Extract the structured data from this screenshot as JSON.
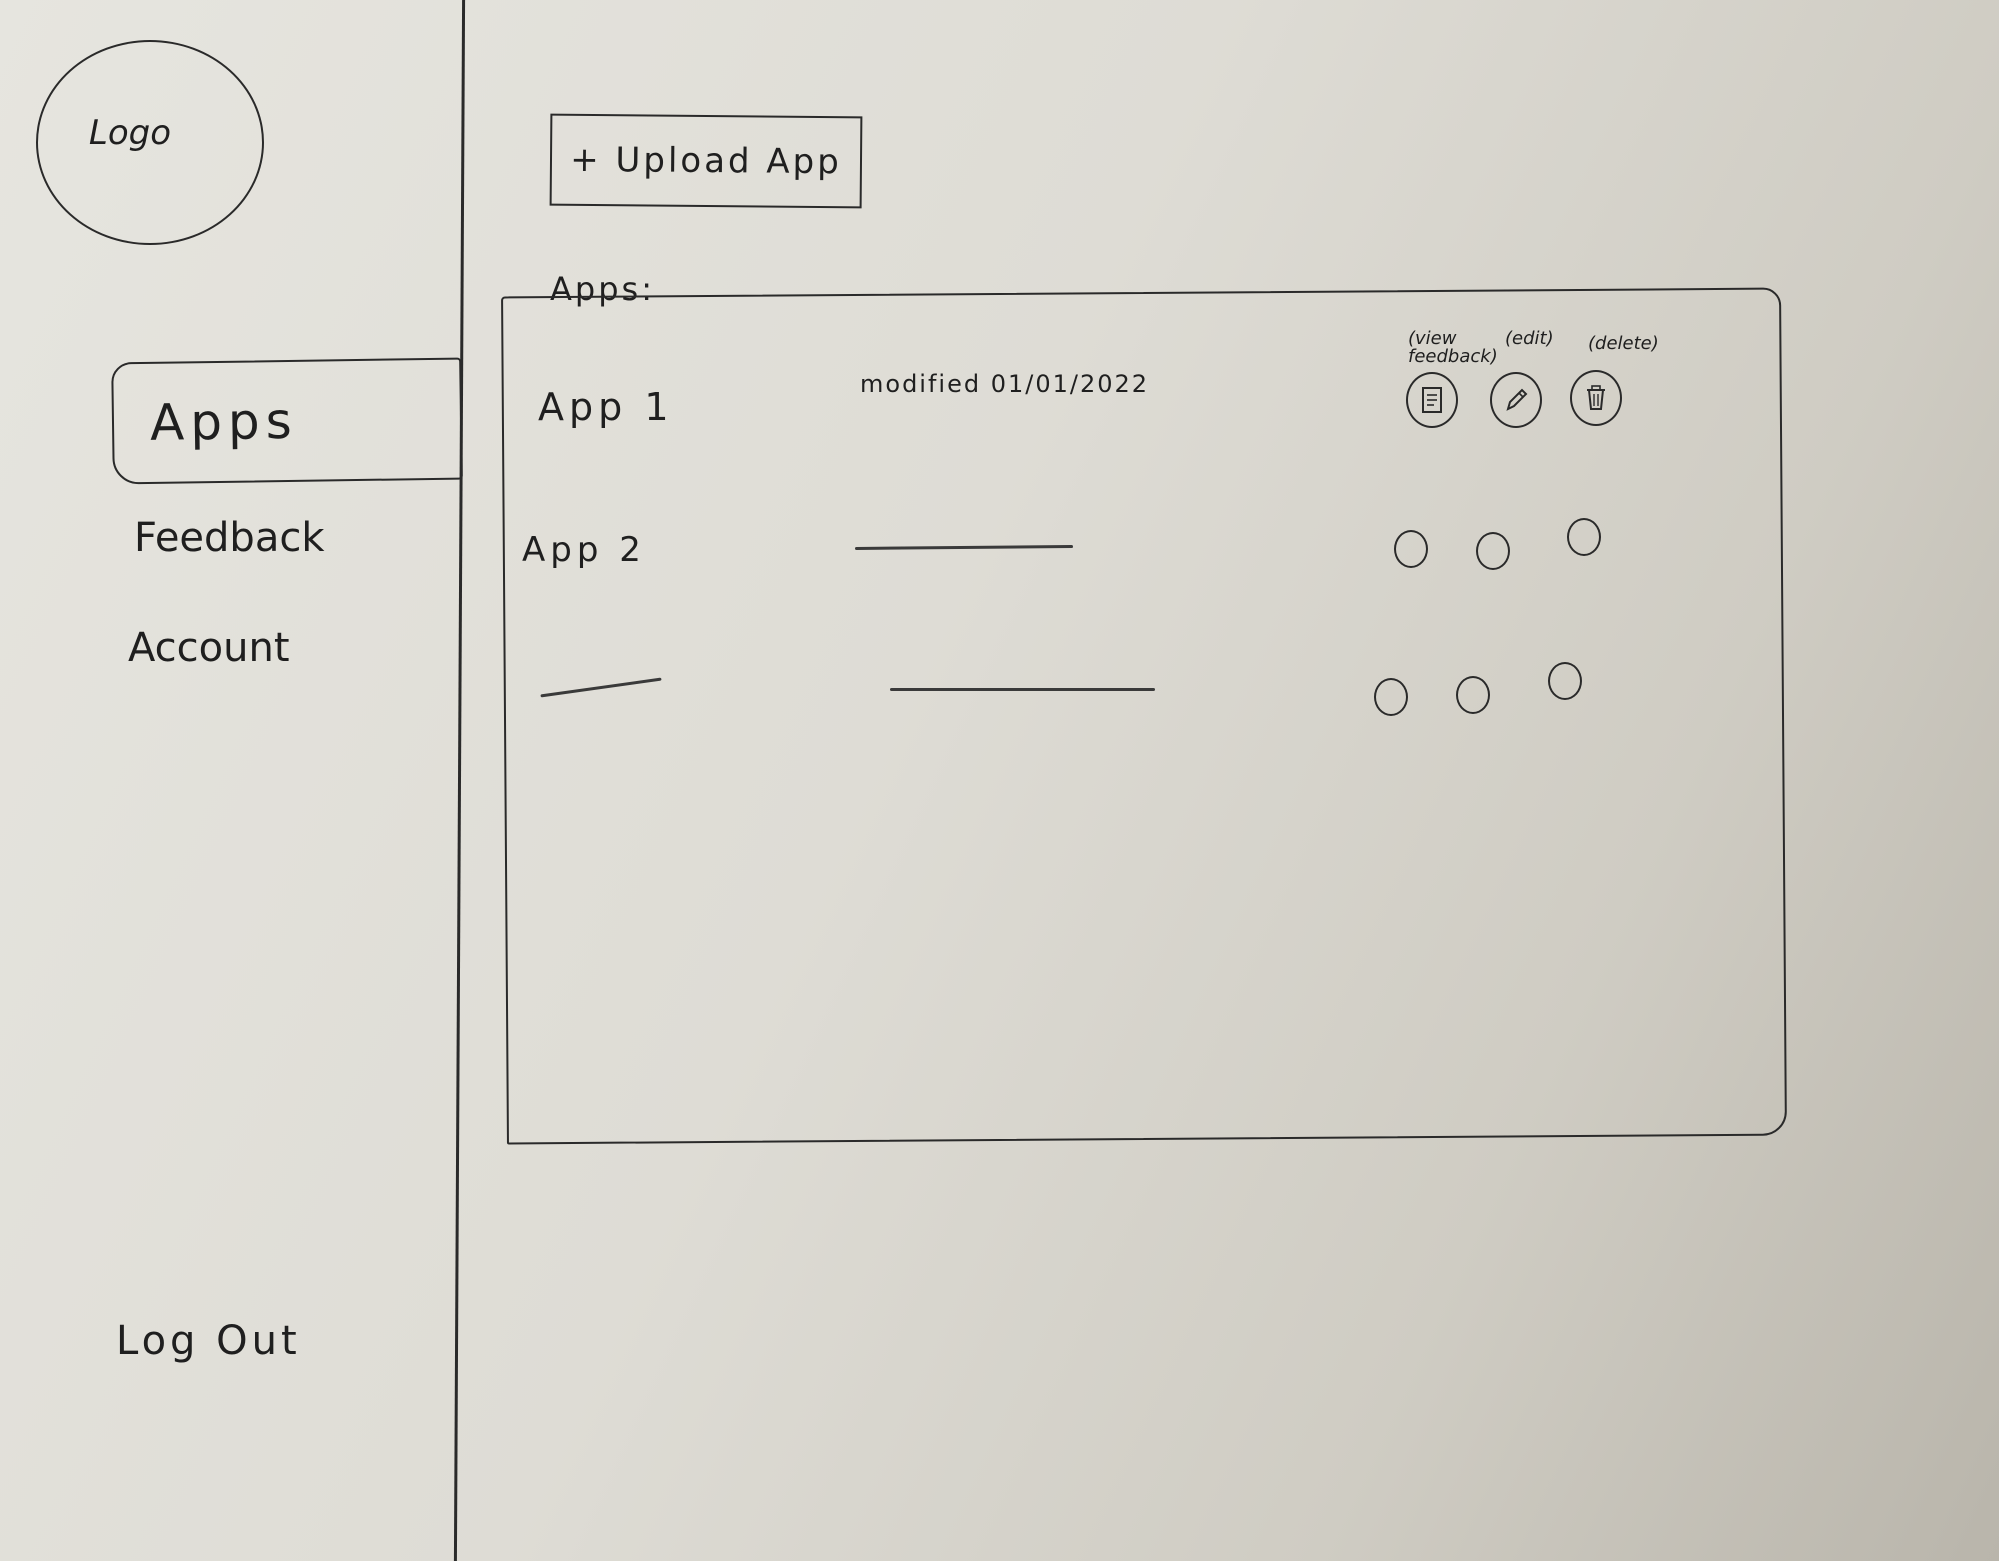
{
  "sidebar": {
    "logo_text": "Logo",
    "nav_items": [
      {
        "label": "Apps",
        "active": true
      },
      {
        "label": "Feedback",
        "active": false
      },
      {
        "label": "Account",
        "active": false
      }
    ],
    "logout_label": "Log Out"
  },
  "main": {
    "upload_button_label": "+ Upload App",
    "section_title": "Apps:",
    "table": {
      "action_headers": {
        "view_feedback": "(view feedback)",
        "edit": "(edit)",
        "delete": "(delete)"
      },
      "rows": [
        {
          "name": "App 1",
          "modified": "modified 01/01/2022",
          "action_icons": [
            "document-icon",
            "pencil-icon",
            "trash-icon"
          ]
        },
        {
          "name": "App 2",
          "modified": "",
          "action_icons": [
            "placeholder-circle",
            "placeholder-circle",
            "placeholder-circle"
          ]
        },
        {
          "name": "",
          "modified": "",
          "action_icons": [
            "placeholder-circle",
            "placeholder-circle",
            "placeholder-circle"
          ]
        }
      ]
    }
  }
}
